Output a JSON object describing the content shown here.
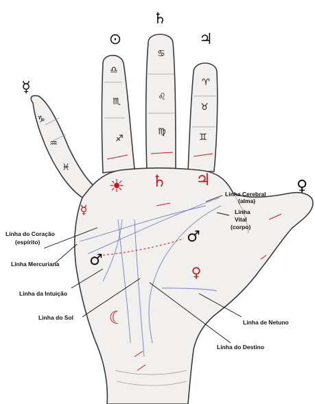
{
  "planets": {
    "mercury": "☿",
    "sun": "⊙",
    "saturn": "♄",
    "jupiter": "♃",
    "venus": "♀",
    "mars_upper": "♂",
    "mars_lower": "♂"
  },
  "zodiac": {
    "little_finger": [
      "♑",
      "♒",
      "♓"
    ],
    "ring_finger": [
      "♎",
      "♏",
      "♐"
    ],
    "middle_finger": [
      "♋",
      "♌",
      "♍"
    ],
    "index_finger": [
      "♈",
      "♉",
      "♊"
    ]
  },
  "palm_symbols": {
    "mount_sun": "☀",
    "mount_saturn": "♄",
    "mount_jupiter": "♃",
    "mount_mercury": "☿",
    "mount_venus": "♀",
    "mount_moon": "☾"
  },
  "labels": {
    "cerebral": "Linha Cerebral",
    "cerebral_sub": "(alma)",
    "vital": "Linha",
    "vital_2": "Vital",
    "vital_sub": "(corpo)",
    "heart": "Linha do Coração",
    "heart_sub": "(espírito)",
    "mercurian": "Linha Mercuriana",
    "intuition": "Linha da Intuição",
    "sun_line": "Linha do Sol",
    "neptune": "Linha de Netuno",
    "destiny": "Linha do Destino"
  },
  "colors": {
    "symbol_red": "#c8161d",
    "ink": "#111111",
    "line_blue": "#5a6db0"
  }
}
